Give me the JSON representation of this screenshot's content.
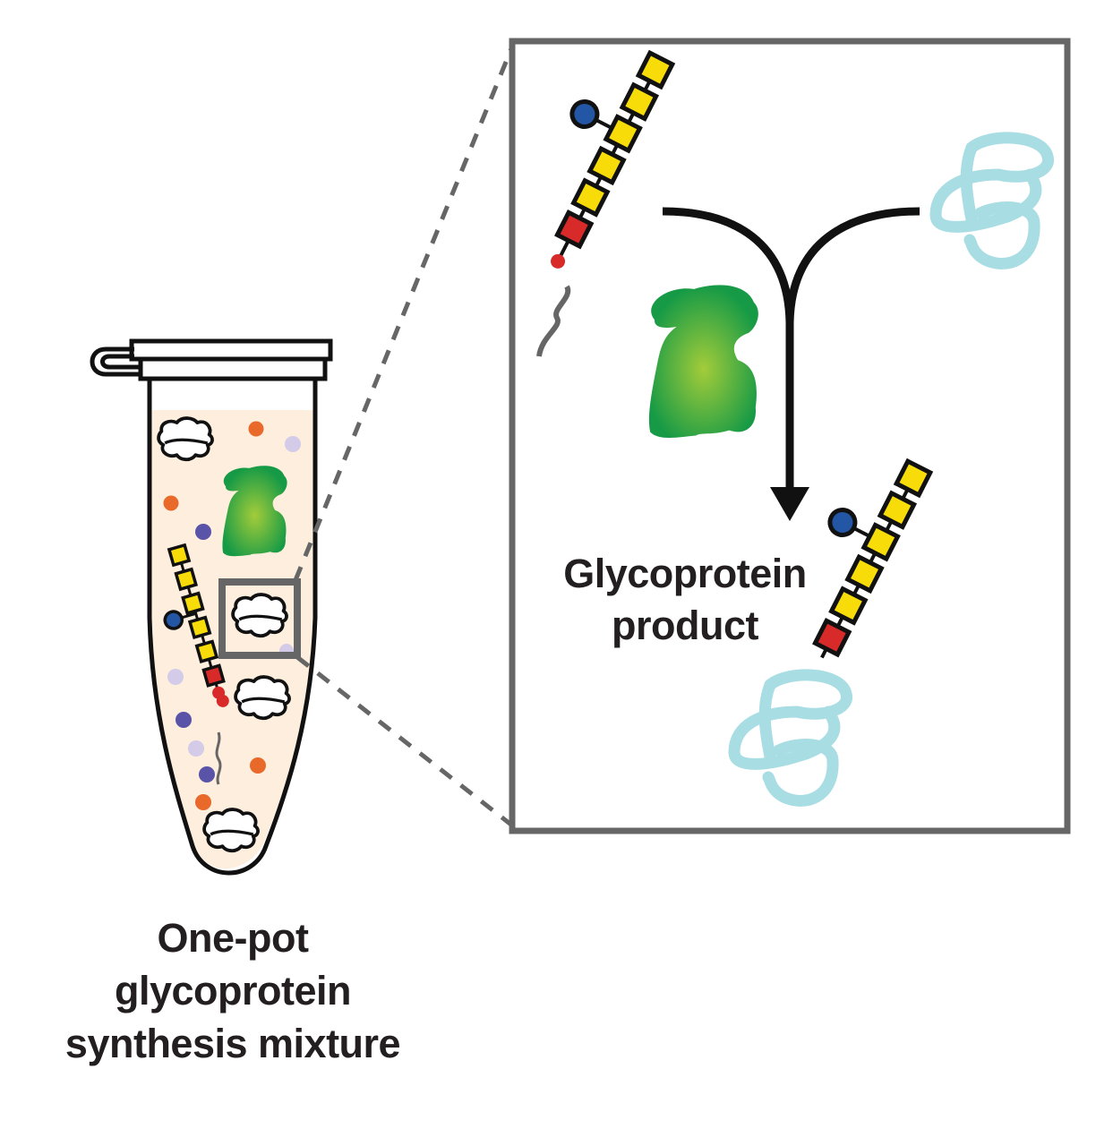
{
  "title": "One-pot glycoprotein synthesis schematic",
  "labels": {
    "tube": [
      "One-pot",
      "glycoprotein",
      "synthesis mixture"
    ],
    "product": [
      "Glycoprotein",
      "product"
    ]
  },
  "colors": {
    "tube_fill": "#fdeedd",
    "outline": "#111111",
    "frame_gray": "#666666",
    "glycan_yellow": "#f7dc0a",
    "glycan_red": "#d92a2a",
    "sugar_blue": "#2456a6",
    "enzyme_green_center": "#a3cc3a",
    "enzyme_green_edge": "#169a46",
    "protein_cyan": "#a8dde3",
    "dot_orange": "#e8692a",
    "dot_purple": "#5a54a8",
    "dot_lavender": "#d3cbe8",
    "lipid_gray": "#666666"
  },
  "components": {
    "glycan": {
      "yellow_units": 5,
      "red_units": 1,
      "branch_units": 1
    },
    "reaction": [
      "lipid-linked glycan donor",
      "enzyme",
      "acceptor protein"
    ],
    "zoom_inset": "magnified region of tube"
  }
}
